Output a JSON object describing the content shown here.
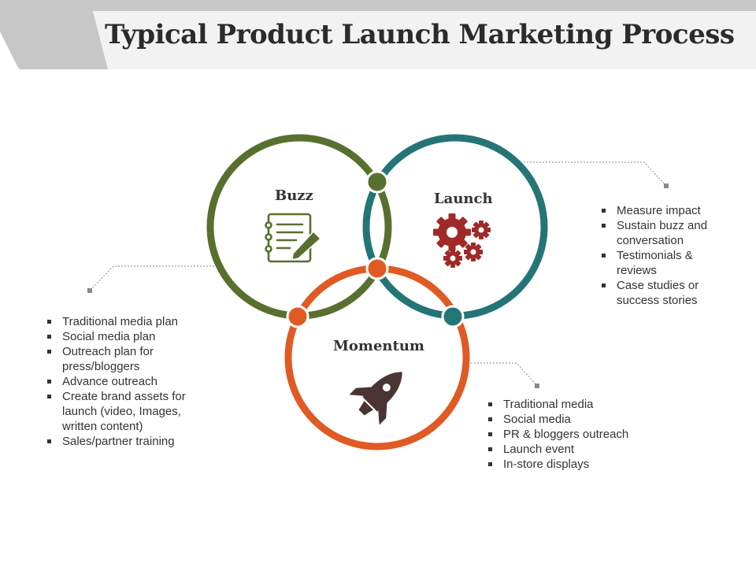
{
  "title": "Typical Product Launch Marketing Process",
  "colors": {
    "buzz": "#58702f",
    "launch": "#257577",
    "momentum": "#e05a24",
    "gear": "#9f2a27",
    "rocket": "#4a3434",
    "header_gray": "#c7c7c7",
    "connector": "#8a8a8a"
  },
  "circles": {
    "buzz": {
      "label": "Buzz",
      "icon": "notepad-pen-icon",
      "items": [
        "Traditional media plan",
        "Social media plan",
        "Outreach plan for press/bloggers",
        "Advance outreach",
        "Create brand assets for launch (video, Images, written content)",
        "Sales/partner training"
      ]
    },
    "launch": {
      "label": "Launch",
      "icon": "gears-icon",
      "items": [
        "Measure impact",
        "Sustain buzz and conversation",
        "Testimonials & reviews",
        "Case studies or success stories"
      ]
    },
    "momentum": {
      "label": "Momentum",
      "icon": "rocket-icon",
      "items": [
        "Traditional media",
        "Social media",
        "PR & bloggers outreach",
        "Launch event",
        "In-store displays"
      ]
    }
  }
}
